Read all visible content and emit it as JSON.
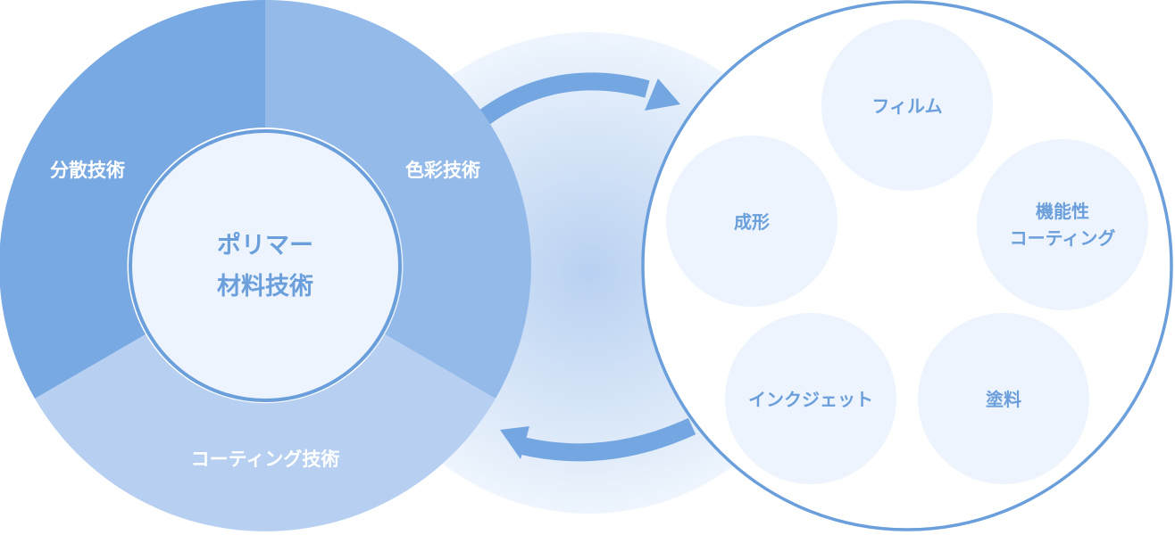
{
  "center": {
    "line1": "ポリマー",
    "line2": "材料技術"
  },
  "segments": {
    "dispersion": "分散技術",
    "color": "色彩技術",
    "coating": "コーティング技術"
  },
  "applications": {
    "film": "フィルム",
    "molding": "成形",
    "functional_line1": "機能性",
    "functional_line2": "コーティング",
    "inkjet": "インクジェット",
    "paint": "塗料"
  },
  "colors": {
    "segment_dispersion": "#78a9e2",
    "segment_color": "#93bae9",
    "segment_coating": "#b7d0f1",
    "center_fill": "#edf4fd",
    "accent_stroke": "#6b9fdb",
    "app_bubble": "#edf4fd",
    "arrow": "#74a6e1"
  }
}
